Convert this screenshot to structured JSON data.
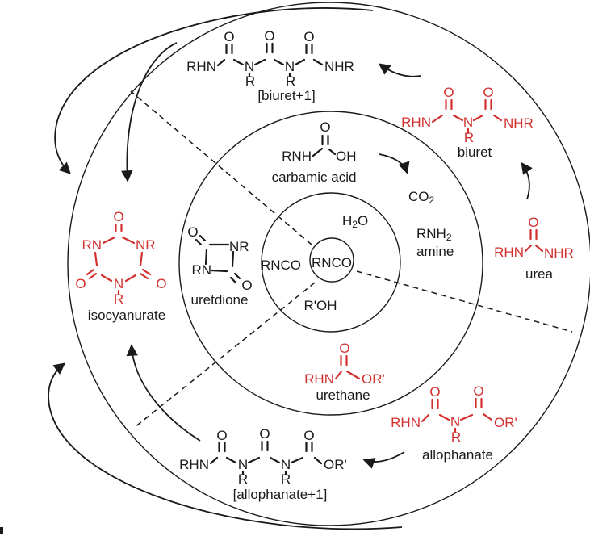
{
  "palette": {
    "ink": "#1a1a1a",
    "red": "#d2302f",
    "background": "#ffffff"
  },
  "core": {
    "formula": "RNCO"
  },
  "inner_ring": {
    "water_base": "H",
    "water_sub": "2",
    "water_rest": "O",
    "isocyanate": "RNCO",
    "alcohol": "R'OH"
  },
  "middle_ring": {
    "carbamic_acid": {
      "o": "O",
      "rnh": "RNH",
      "oh": "OH",
      "name": "carbamic acid"
    },
    "co2_base": "CO",
    "co2_sub": "2",
    "amine_base": "RNH",
    "amine_sub": "2",
    "amine_name": "amine",
    "uretdione": {
      "o_top": "O",
      "nr": "NR",
      "rn": "RN",
      "o_bottom": "O",
      "name": "uretdione"
    },
    "urethane": {
      "o": "O",
      "rhn": "RHN",
      "or_prime": "OR'",
      "name": "urethane"
    }
  },
  "outer_ring": {
    "biuret_plus_one": {
      "o1": "O",
      "o2": "O",
      "o3": "O",
      "rhn": "RHN",
      "n1": "N",
      "r1": "R",
      "n2": "N",
      "r2": "R",
      "nhr": "NHR",
      "name": "[biuret+1]"
    },
    "biuret": {
      "o1": "O",
      "o2": "O",
      "rhn": "RHN",
      "n": "N",
      "r": "R",
      "nhr": "NHR",
      "name": "biuret"
    },
    "urea": {
      "o": "O",
      "rhn": "RHN",
      "nhr": "NHR",
      "name": "urea"
    },
    "allophanate": {
      "o1": "O",
      "o2": "O",
      "rhn": "RHN",
      "n": "N",
      "r": "R",
      "or_prime": "OR'",
      "name": "allophanate"
    },
    "allophanate_plus_one": {
      "o1": "O",
      "o2": "O",
      "o3": "O",
      "rhn": "RHN",
      "n1": "N",
      "r1": "R",
      "n2": "N",
      "r2": "R",
      "or_prime": "OR'",
      "name": "[allophanate+1]"
    },
    "isocyanurate": {
      "o_top": "O",
      "rn": "RN",
      "nr": "NR",
      "o_left": "O",
      "o_right": "O",
      "n": "N",
      "r": "R",
      "name": "isocyanurate"
    }
  }
}
